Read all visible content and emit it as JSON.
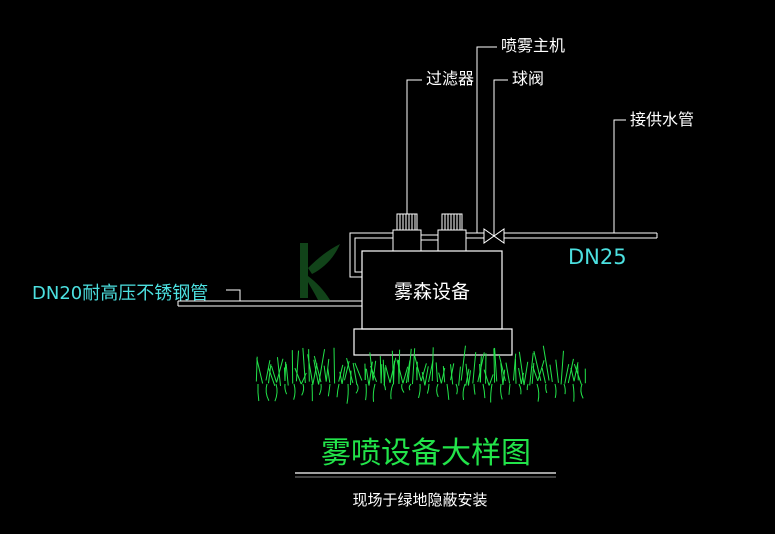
{
  "colors": {
    "background": "#000000",
    "line": "#ffffff",
    "label": "#ffffff",
    "dimension": "#4ce0e0",
    "title": "#22e44a",
    "grass": "#22e44a",
    "logo": "#1f7a2e"
  },
  "labels": {
    "filter": "过滤器",
    "mist_host": "喷雾主机",
    "ball_valve": "球阀",
    "water_supply": "接供水管",
    "equipment": "雾森设备",
    "pipe_left": "DN20耐高压不锈钢管",
    "pipe_right": "DN25"
  },
  "title": {
    "main": "雾喷设备大样图",
    "sub": "现场于绿地隐蔽安装"
  },
  "icons": {
    "logo": "leaf-logo-icon",
    "valve": "ball-valve-icon",
    "filter": "filter-cap-icon",
    "grass": "grass-icon"
  }
}
